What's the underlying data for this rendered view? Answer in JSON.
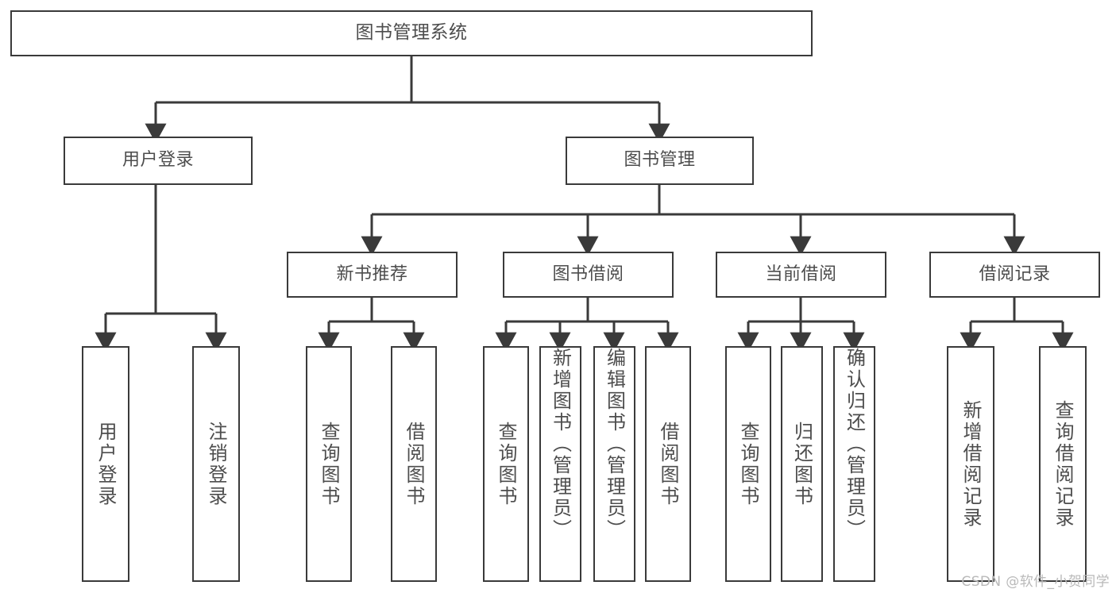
{
  "diagram": {
    "title": "图书管理系统",
    "type": "tree-hierarchy",
    "watermark": "CSDN @软件_小贺同学",
    "colors": {
      "background": "#ffffff",
      "box_border": "#3a3a3a",
      "box_fill": "#ffffff",
      "text": "#4d4d4d",
      "connector": "#3a3a3a",
      "watermark_text": "#b9b9b9"
    },
    "levels": [
      {
        "level": 1,
        "nodes": [
          {
            "id": "root",
            "label": "图书管理系统"
          }
        ]
      },
      {
        "level": 2,
        "nodes": [
          {
            "id": "login",
            "label": "用户登录",
            "parent": "root"
          },
          {
            "id": "bookmgmt",
            "label": "图书管理",
            "parent": "root"
          }
        ]
      },
      {
        "level": 3,
        "nodes": [
          {
            "id": "newbook",
            "label": "新书推荐",
            "parent": "bookmgmt"
          },
          {
            "id": "borrow",
            "label": "图书借阅",
            "parent": "bookmgmt"
          },
          {
            "id": "current",
            "label": "当前借阅",
            "parent": "bookmgmt"
          },
          {
            "id": "records",
            "label": "借阅记录",
            "parent": "bookmgmt"
          }
        ]
      },
      {
        "level": 4,
        "nodes": [
          {
            "id": "l_login",
            "label": "用户登录",
            "parent": "login"
          },
          {
            "id": "l_logout",
            "label": "注销登录",
            "parent": "login"
          },
          {
            "id": "n_query",
            "label": "查询图书",
            "parent": "newbook"
          },
          {
            "id": "n_borrow",
            "label": "借阅图书",
            "parent": "newbook"
          },
          {
            "id": "b_query",
            "label": "查询图书",
            "parent": "borrow"
          },
          {
            "id": "b_add",
            "label": "新增图书（管理员）",
            "parent": "borrow"
          },
          {
            "id": "b_edit",
            "label": "编辑图书（管理员）",
            "parent": "borrow"
          },
          {
            "id": "b_borrow",
            "label": "借阅图书",
            "parent": "borrow"
          },
          {
            "id": "c_query",
            "label": "查询图书",
            "parent": "current"
          },
          {
            "id": "c_return",
            "label": "归还图书",
            "parent": "current"
          },
          {
            "id": "c_confirm",
            "label": "确认归还（管理员）",
            "parent": "current"
          },
          {
            "id": "r_add",
            "label": "新增借阅记录",
            "parent": "records"
          },
          {
            "id": "r_query",
            "label": "查询借阅记录",
            "parent": "records"
          }
        ]
      }
    ]
  }
}
